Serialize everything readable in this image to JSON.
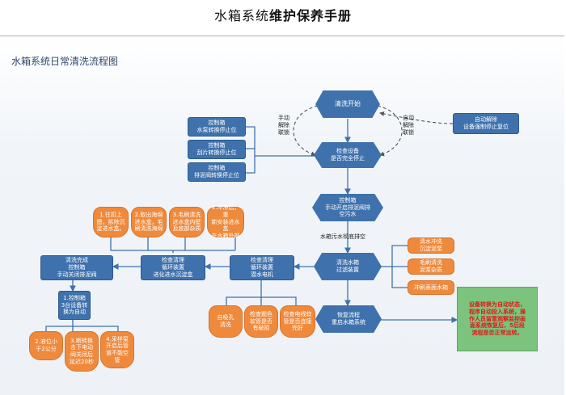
{
  "header": {
    "title_plain": "水箱系统",
    "title_bold": "维护保养手册"
  },
  "panel": {
    "title": "水箱系统日常清洗流程图"
  },
  "nodes": {
    "start": "清洗开始",
    "check_stop": "检查设备\n是否完全停止",
    "ctrl_pump_stop": "控制箱\n水泵转换停止位",
    "ctrl_blade_stop": "控制箱\n刮片转换停止位",
    "ctrl_valve_stop": "控制箱\n排泥阀转换停止位",
    "auto_release": "自动解除\n设备强制停止复位",
    "open_drain": "控制箱\n手动开启排泥阀排\n空污水",
    "drain_empty_label": "水箱污水彻底排空",
    "clean_filter": "清洗水箱\n过滤装置",
    "filter_step_1": "清水冲洗\n沉淀泥浆",
    "filter_step_2": "毛刷清洗\n泥浆杂质",
    "filter_step_3": "冲刷表面水箱",
    "check_sub_pump": "检查清理\n循环装置\n潜水电机",
    "check_settle_box": "检查清理\n循环装置\n进化进水沉淀盒",
    "clean_done": "清洗完成\n控制箱\n手动关闭排泥阀",
    "orange_1": "1.往扣上\n摁，拆除沉\n淀进水盒。",
    "orange_2": "2.取出海绵\n进水盒，毛\n刷清洗海绵",
    "orange_3": "3.毛刷清洗\n进水盒内壁\n及底部杂质",
    "orange_4": "4.冲净后，重\n新安装进水盒\n在水箱外部",
    "sub_1": "自吸孔\n清洗",
    "sub_2": "检查题色\n软管是否\n有破损",
    "sub_3": "检查电线软\n管是否连接\n完好",
    "step_ctrl_switch": "1.控制箱\n3台设备转\n换为自动",
    "step_level": "2.液位小\n于2公分",
    "step_motor": "3.断转换\n击下电动\n阀关闭后\n延迟20秒",
    "step_pump": "4.采样泵\n开启后管\n道不能空\n管",
    "recover": "恢复流程\n重启水箱系统",
    "note": "设备转换为自动状态，\n程序自动投入系统，操\n作人员留意观察监控画\n面系统恢复后，5后段\n流程是否正常运转。"
  },
  "labels": {
    "manual_release": "手动\n解除\n联锁",
    "auto_release": "自动\n解除\n联锁"
  },
  "colors": {
    "process": "#3f72ad",
    "step": "#ef8a3c",
    "note": "#7cc47d",
    "note_text": "#e0181a"
  }
}
